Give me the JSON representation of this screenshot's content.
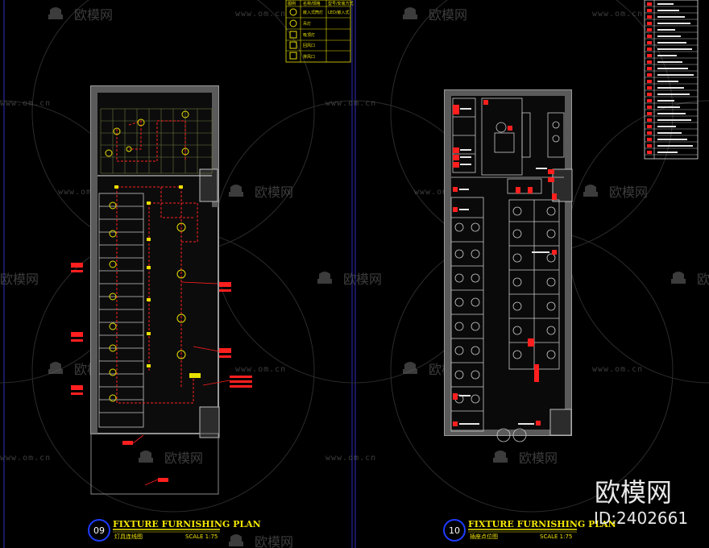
{
  "watermark": {
    "brand": "欧模网",
    "url": "www.om.cn"
  },
  "corner_brand": {
    "name": "欧模网",
    "id_label": "ID:2402661"
  },
  "plans": [
    {
      "number": "09",
      "title": "FIXTURE FURNISHING PLAN",
      "subtitle": "灯具连线图",
      "scale": "SCALE 1:75"
    },
    {
      "number": "10",
      "title": "FIXTURE FURNISHING PLAN",
      "subtitle": "插座点位图",
      "scale": "SCALE 1:75"
    }
  ],
  "legend": {
    "headers": [
      "图例",
      "名称/规格",
      "型号/安装方式"
    ],
    "rows": [
      {
        "name": "嵌入式筒灯",
        "spec": "LED/嵌入式"
      },
      {
        "name": "吊灯",
        "spec": ""
      },
      {
        "name": "吸顶灯",
        "spec": ""
      },
      {
        "name": "回风口",
        "spec": ""
      },
      {
        "name": "排风口",
        "spec": ""
      }
    ]
  },
  "colors": {
    "background": "#000000",
    "wall": "#9a9a9a",
    "furniture": "#c8c8c8",
    "circuit": "#ff1f1f",
    "fixture": "#e8e000",
    "title": "#f2e600",
    "badge": "#1e3cff"
  }
}
